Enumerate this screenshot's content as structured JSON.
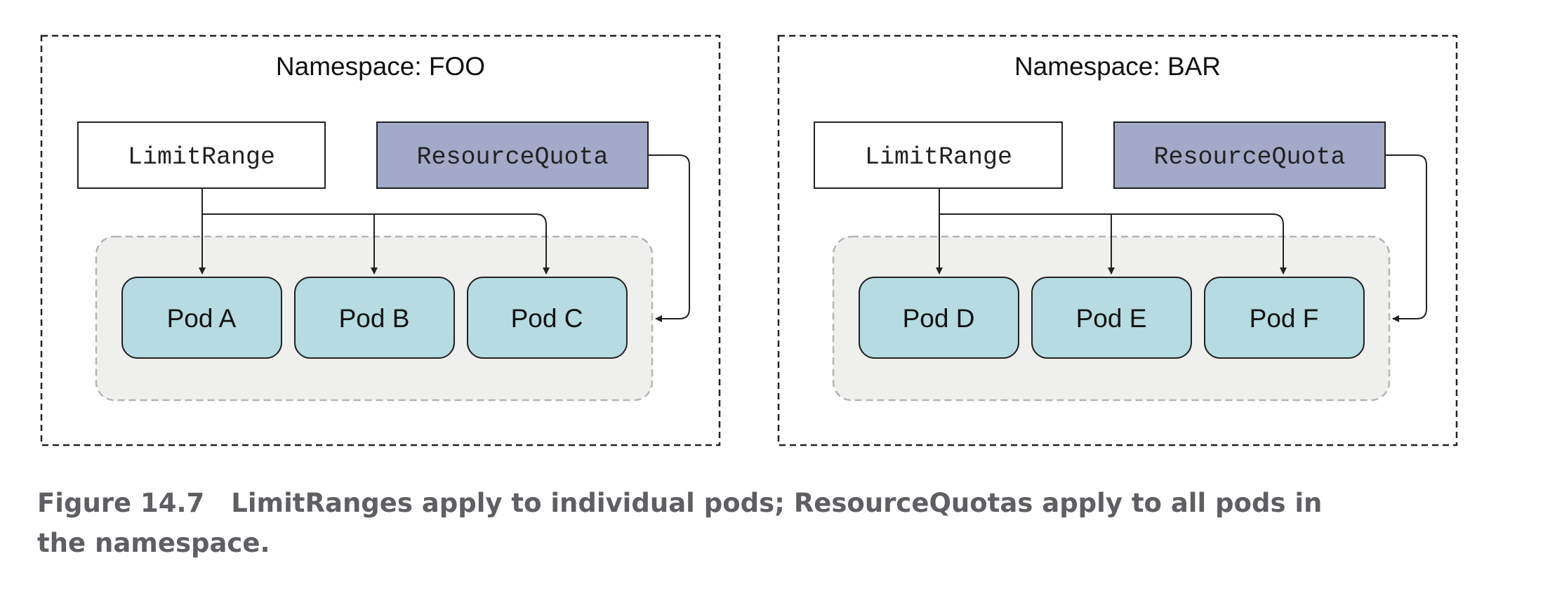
{
  "namespaces": [
    {
      "title": "Namespace: FOO",
      "limit_range_label": "LimitRange",
      "resource_quota_label": "ResourceQuota",
      "pods": [
        "Pod A",
        "Pod B",
        "Pod C"
      ]
    },
    {
      "title": "Namespace: BAR",
      "limit_range_label": "LimitRange",
      "resource_quota_label": "ResourceQuota",
      "pods": [
        "Pod D",
        "Pod E",
        "Pod F"
      ]
    }
  ],
  "caption": {
    "figure_number": "Figure 14.7",
    "text": "LimitRanges apply to individual pods; ResourceQuotas apply to all pods in the namespace."
  },
  "colors": {
    "resource_quota_fill": "#a2aac8",
    "pod_fill": "#b6dbe2",
    "pod_group_fill": "#efefed",
    "caption_text": "#5e5f62"
  }
}
